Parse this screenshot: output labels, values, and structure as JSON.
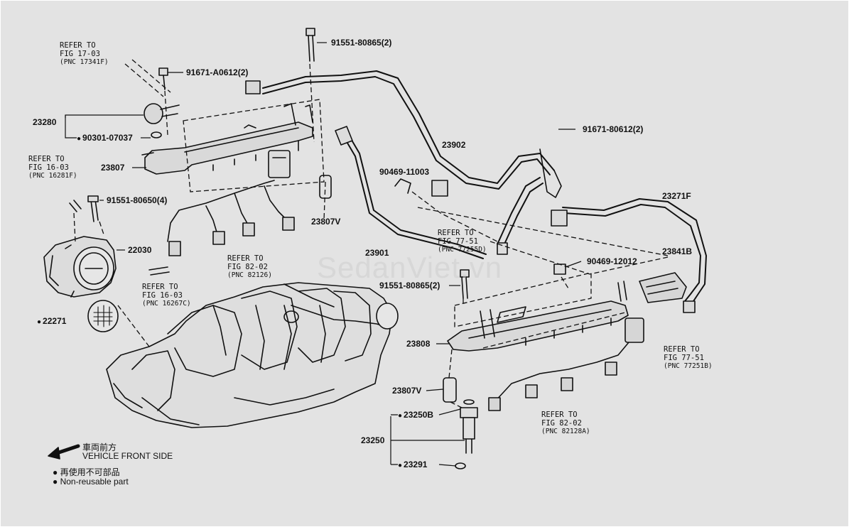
{
  "watermark": "SedanViet.vn",
  "parts": {
    "p23280": "23280",
    "p90301": "90301-07037",
    "p91671a": "91671-A0612(2)",
    "p91551a": "91551-80865(2)",
    "p23807": "23807",
    "p91551b": "91551-80650(4)",
    "p22030": "22030",
    "p22271": "22271",
    "p23807v_a": "23807V",
    "p90469a": "90469-11003",
    "p23901": "23901",
    "p23902": "23902",
    "p91671b": "91671-80612(2)",
    "p23271f": "23271F",
    "p23841b": "23841B",
    "p90469b": "90469-12012",
    "p91551c": "91551-80865(2)",
    "p23808": "23808",
    "p23807v_b": "23807V",
    "p23250b": "23250B",
    "p23250": "23250",
    "p23291": "23291"
  },
  "refs": {
    "r1": {
      "l1": "REFER TO",
      "l2": "FIG 17-03",
      "l3": "(PNC 17341F)"
    },
    "r2": {
      "l1": "REFER TO",
      "l2": "FIG 16-03",
      "l3": "(PNC 16281F)"
    },
    "r3": {
      "l1": "REFER TO",
      "l2": "FIG 16-03",
      "l3": "(PNC 16267C)"
    },
    "r4": {
      "l1": "REFER TO",
      "l2": "FIG 82-02",
      "l3": "(PNC 82126)"
    },
    "r5": {
      "l1": "REFER TO",
      "l2": "FIG 77-51",
      "l3": "(PNC 77255D)"
    },
    "r6": {
      "l1": "REFER TO",
      "l2": "FIG 77-51",
      "l3": "(PNC 77251B)"
    },
    "r7": {
      "l1": "REFER TO",
      "l2": "FIG 82-02",
      "l3": "(PNC 82128A)"
    }
  },
  "legend": {
    "front_jp": "車両前方",
    "front_en": "VEHICLE FRONT SIDE",
    "nonreuse_jp": "再使用不可部品",
    "nonreuse_en": "Non-reusable part"
  }
}
